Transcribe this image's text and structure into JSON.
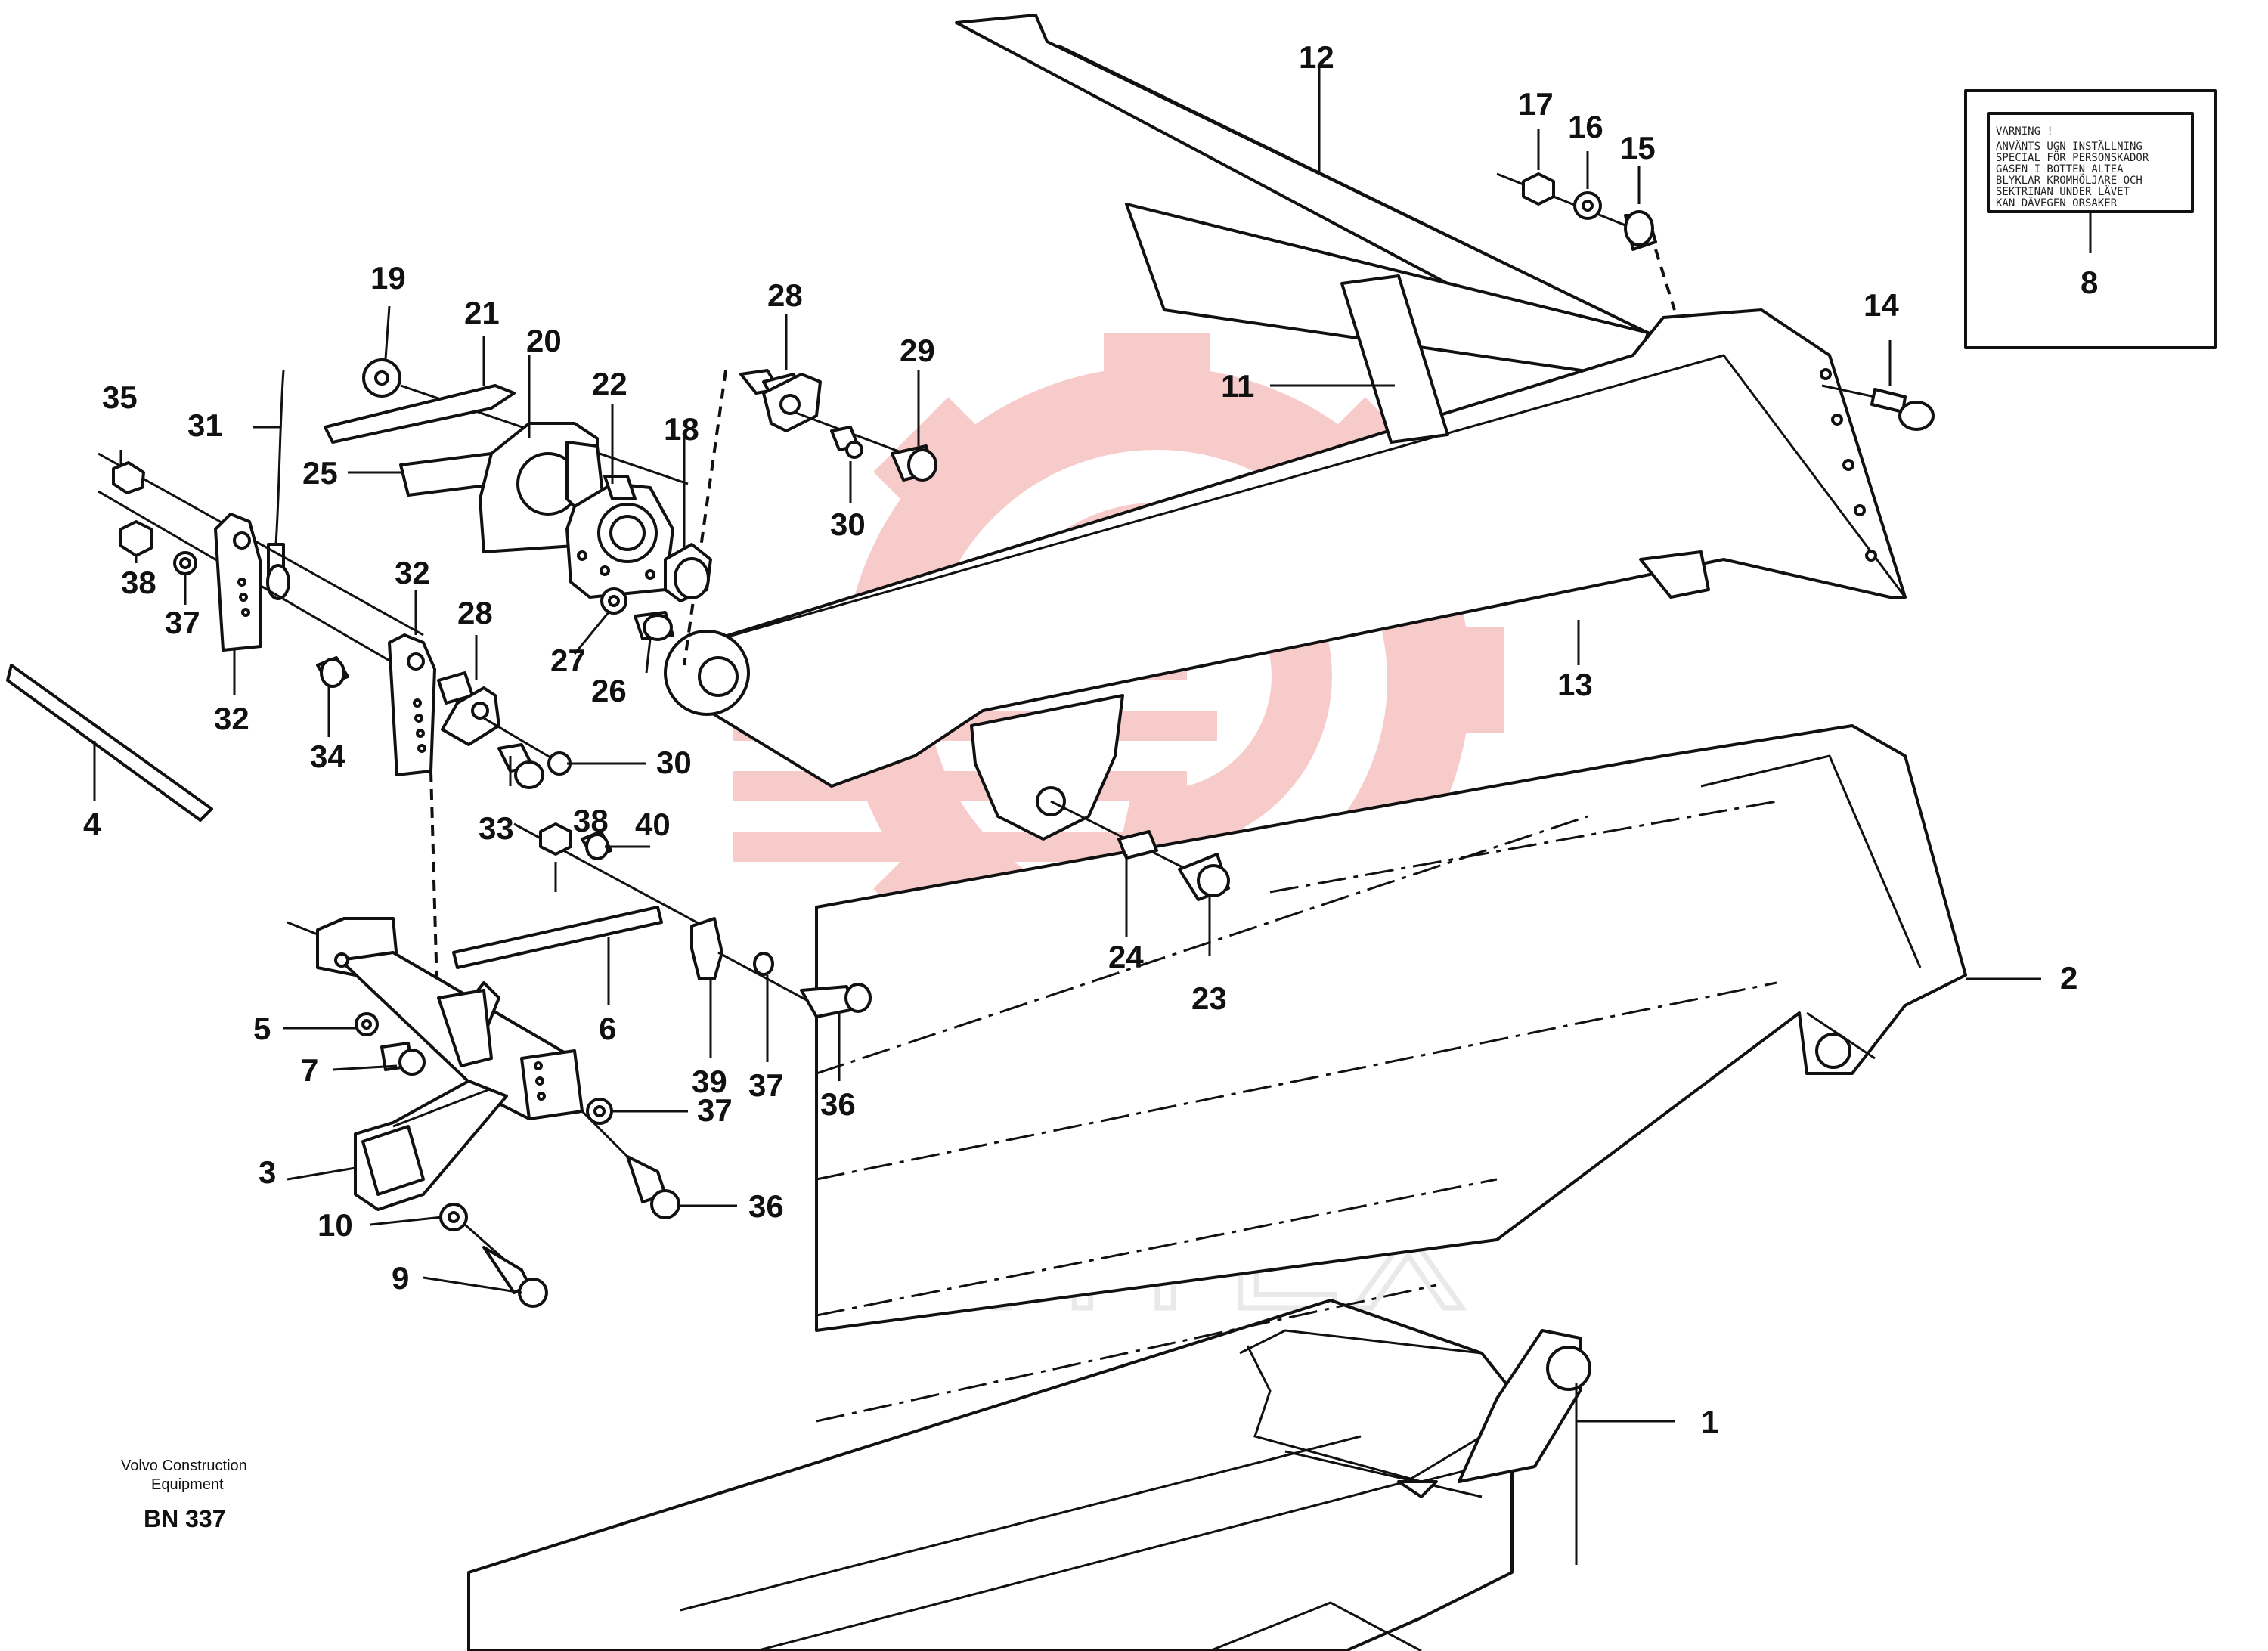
{
  "callouts": [
    {
      "id": "1",
      "text": "1"
    },
    {
      "id": "2",
      "text": "2"
    },
    {
      "id": "3",
      "text": "3"
    },
    {
      "id": "4",
      "text": "4"
    },
    {
      "id": "5",
      "text": "5"
    },
    {
      "id": "6",
      "text": "6"
    },
    {
      "id": "7",
      "text": "7"
    },
    {
      "id": "8",
      "text": "8"
    },
    {
      "id": "9",
      "text": "9"
    },
    {
      "id": "10",
      "text": "10"
    },
    {
      "id": "11",
      "text": "11"
    },
    {
      "id": "12",
      "text": "12"
    },
    {
      "id": "13",
      "text": "13"
    },
    {
      "id": "14",
      "text": "14"
    },
    {
      "id": "15",
      "text": "15"
    },
    {
      "id": "16",
      "text": "16"
    },
    {
      "id": "17",
      "text": "17"
    },
    {
      "id": "18",
      "text": "18"
    },
    {
      "id": "19",
      "text": "19"
    },
    {
      "id": "20",
      "text": "20"
    },
    {
      "id": "21",
      "text": "21"
    },
    {
      "id": "22",
      "text": "22"
    },
    {
      "id": "23",
      "text": "23"
    },
    {
      "id": "24",
      "text": "24"
    },
    {
      "id": "25",
      "text": "25"
    },
    {
      "id": "26",
      "text": "26"
    },
    {
      "id": "27",
      "text": "27"
    },
    {
      "id": "28a",
      "text": "28"
    },
    {
      "id": "28b",
      "text": "28"
    },
    {
      "id": "29",
      "text": "29"
    },
    {
      "id": "30a",
      "text": "30"
    },
    {
      "id": "30b",
      "text": "30"
    },
    {
      "id": "31",
      "text": "31"
    },
    {
      "id": "32a",
      "text": "32"
    },
    {
      "id": "32b",
      "text": "32"
    },
    {
      "id": "33",
      "text": "33"
    },
    {
      "id": "34",
      "text": "34"
    },
    {
      "id": "35",
      "text": "35"
    },
    {
      "id": "36a",
      "text": "36"
    },
    {
      "id": "36b",
      "text": "36"
    },
    {
      "id": "37a",
      "text": "37"
    },
    {
      "id": "37b",
      "text": "37"
    },
    {
      "id": "37c",
      "text": "37"
    },
    {
      "id": "38a",
      "text": "38"
    },
    {
      "id": "38b",
      "text": "38"
    },
    {
      "id": "39",
      "text": "39"
    },
    {
      "id": "40",
      "text": "40"
    }
  ],
  "warning_plate": {
    "title": "VARNING !",
    "lines": [
      "ANVÄNTS UGN INSTÄLLNING",
      "SPECIAL FÖR PERSONSKADOR",
      "GASEN I BOTTEN ALTEA",
      "BLYKLAR KROMHÖLJARE OCH",
      "SEKTRINAN UNDER LÄVET",
      "KAN DÄVEGEN ORSAKER"
    ]
  },
  "footer": {
    "company_line1": "Volvo Construction",
    "company_line2": "Equipment",
    "code": "BN 337"
  },
  "watermark": {
    "text": "ИНТЕХ",
    "color": "#f3a0a0"
  }
}
